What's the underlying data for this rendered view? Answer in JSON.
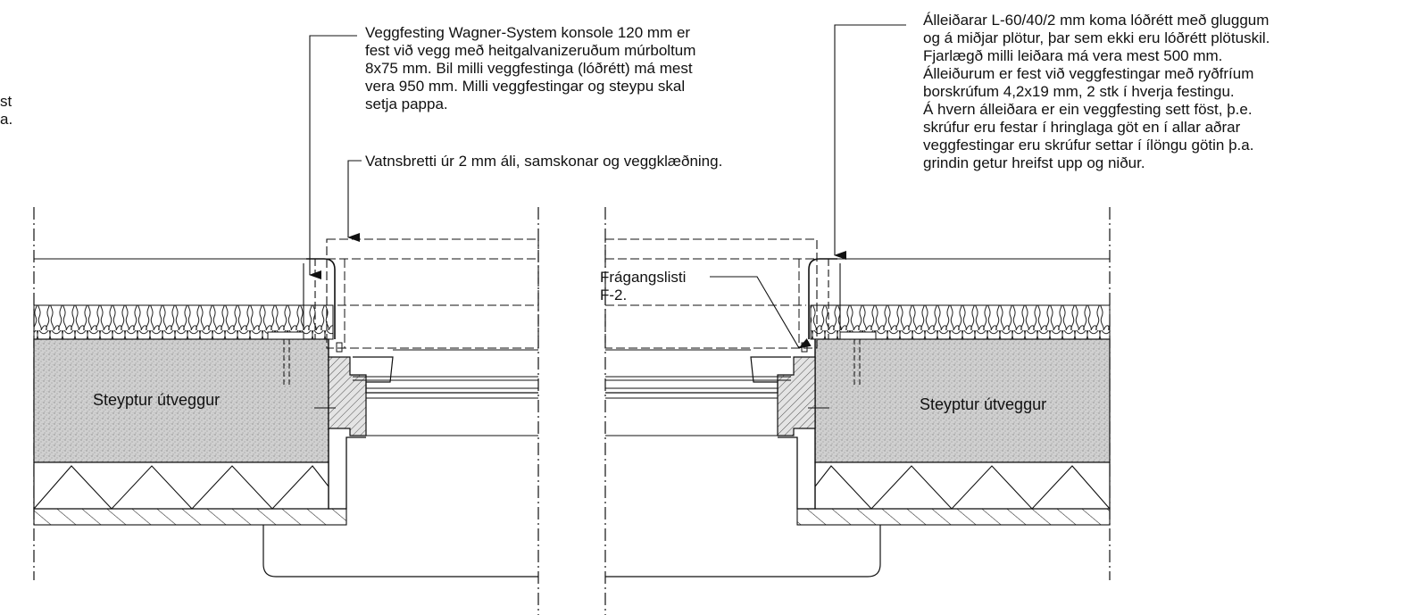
{
  "notes": {
    "wall_bracket": "Veggfesting Wagner-System konsole 120 mm er\nfest við vegg með heitgalvanizeruðum múrboltum\n8x75 mm. Bil milli veggfestinga (lóðrétt) má mest\nvera 950 mm. Milli veggfestingar og steypu skal\nsetja pappa.",
    "flashing": "Vatnsbretti úr 2 mm áli, samskonar og veggklæðning.",
    "rails": "Álleiðarar L-60/40/2 mm koma lóðrétt með gluggum\nog á miðjar plötur, þar sem ekki eru lóðrétt plötuskil.\nFjarlægð milli leiðara má vera mest 500 mm.\nÁlleiðurum er fest við veggfestingar með ryðfríum\nborskrúfum 4,2x19 mm, 2 stk í hverja festingu.\nÁ hvern álleiðara er ein veggfesting sett föst, þ.e.\nskrúfur eru festar í hringlaga göt en í allar aðrar\nveggfestingar eru skrúfur settar í ílöngu götin þ.a.\ngrindin getur hreifst upp og niður.",
    "trim_line1": "Frágangslisti",
    "trim_line2": "F-2.",
    "cut_left_1": "st",
    "cut_left_2": "a."
  },
  "labels": {
    "wall_left": "Steyptur útveggur",
    "wall_right": "Steyptur útveggur"
  }
}
